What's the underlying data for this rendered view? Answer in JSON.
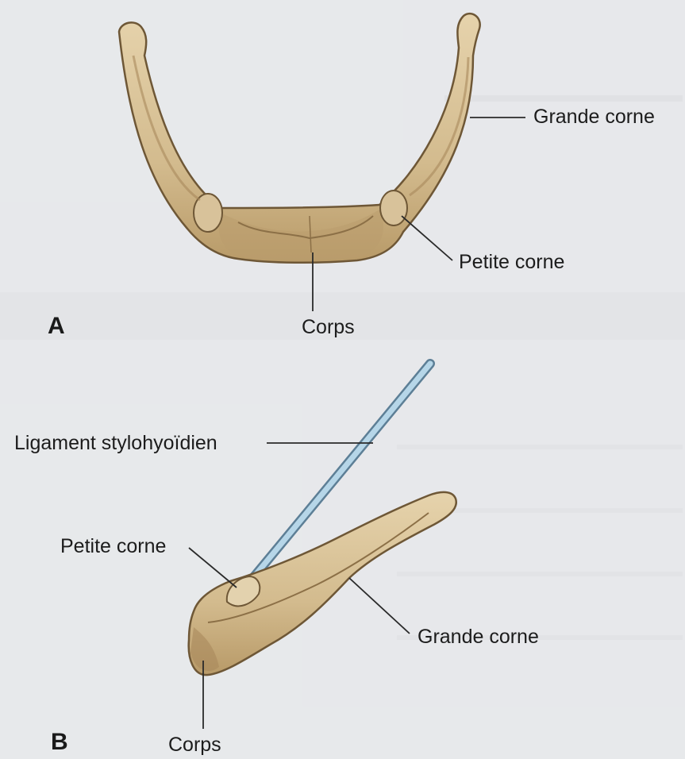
{
  "panels": {
    "a": {
      "letter": "A",
      "labels": {
        "greater_horn": "Grande corne",
        "lesser_horn": "Petite corne",
        "body": "Corps"
      }
    },
    "b": {
      "letter": "B",
      "labels": {
        "ligament": "Ligament stylohyoïdien",
        "lesser_horn": "Petite corne",
        "greater_horn": "Grande corne",
        "body": "Corps"
      }
    }
  },
  "colors": {
    "bone": "#d8c29a",
    "bone_shadow": "#a8895c",
    "bone_outline": "#6e5736",
    "ligament": "#9cc4dd",
    "leader_line": "#2a2a2a",
    "background": "#e9eaec"
  }
}
